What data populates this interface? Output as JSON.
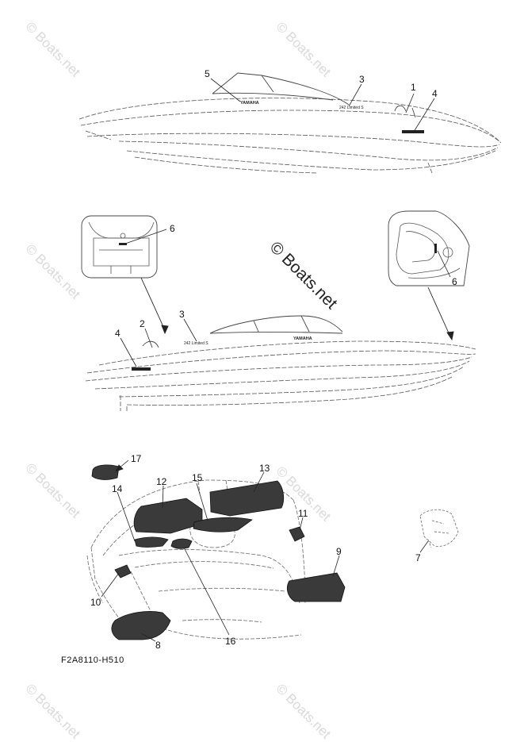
{
  "watermark": {
    "faint_text": "© Boats.net",
    "main_text": "© Boats.net"
  },
  "boat_top": {
    "decal_yamaha": "YAMAHA",
    "decal_model": "242 Limited S",
    "callouts": [
      "5",
      "3",
      "1",
      "4"
    ]
  },
  "boat_middle": {
    "decal_yamaha": "YAMAHA",
    "decal_model": "242 Limited S",
    "callouts": [
      "6",
      "6",
      "2",
      "3",
      "4"
    ]
  },
  "deck_mats": {
    "callouts": [
      "17",
      "14",
      "12",
      "15",
      "13",
      "11",
      "9",
      "10",
      "16",
      "8",
      "7"
    ]
  },
  "diagram_code": "F2A8110-H510"
}
